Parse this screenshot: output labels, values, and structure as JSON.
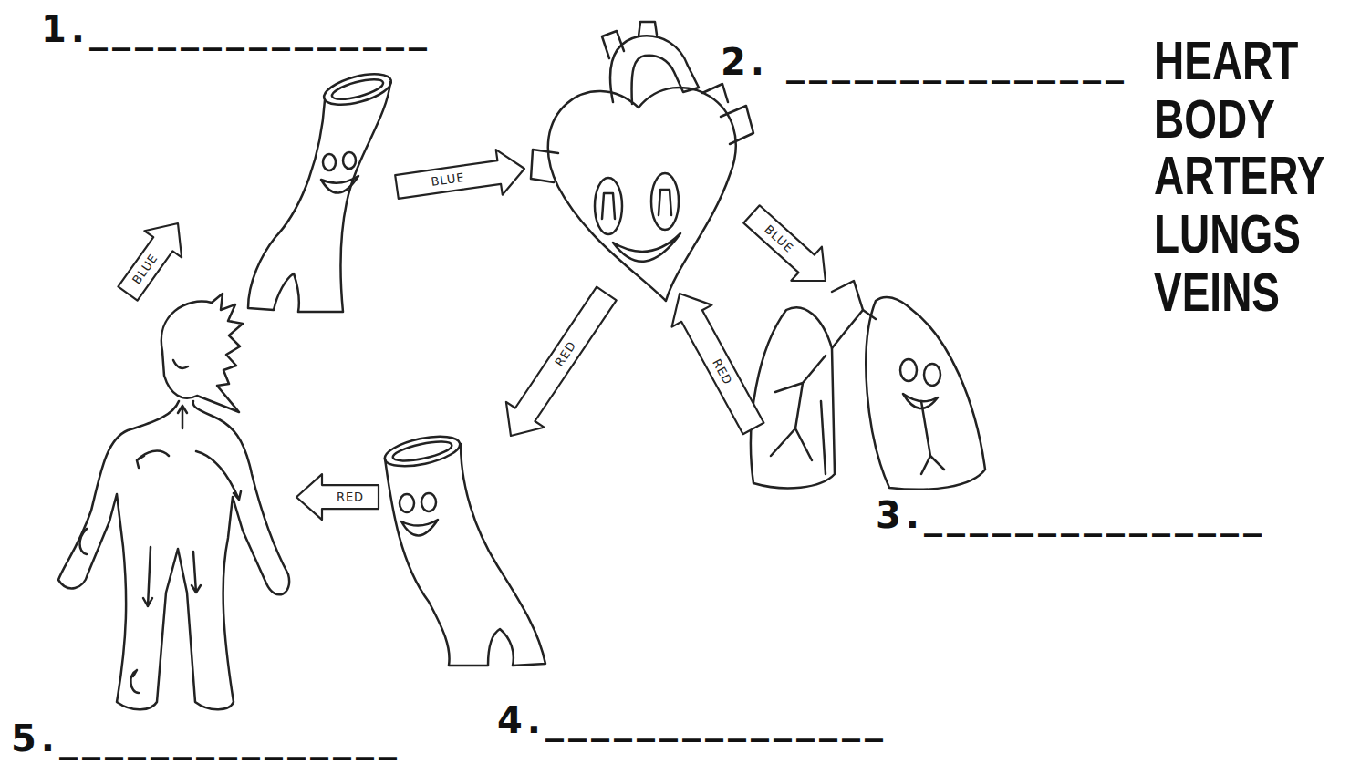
{
  "diagram": {
    "nodes": [
      {
        "text": [
          "1._______________"
        ]
      },
      {
        "text": [
          "2. _______________"
        ]
      },
      {
        "text": [
          "3._______________"
        ]
      },
      {
        "text": [
          "4._______________"
        ]
      },
      {
        "text": [
          "5._______________"
        ]
      }
    ],
    "edges": [
      {
        "from": 0,
        "to": 1,
        "arrow": "to",
        "label": "BLUE"
      },
      {
        "from": 1,
        "to": 2,
        "arrow": "to",
        "label": "BLUE"
      },
      {
        "from": 2,
        "to": 1,
        "arrow": "to",
        "label": "RED"
      },
      {
        "from": 1,
        "to": 3,
        "arrow": "to",
        "label": "RED"
      },
      {
        "from": 3,
        "to": 4,
        "arrow": "to",
        "label": "RED"
      },
      {
        "from": 4,
        "to": 0,
        "arrow": "to",
        "label": "BLUE"
      }
    ],
    "labels": [
      "HEART",
      "BODY",
      "ARTERY",
      "LUNGS",
      "VEINS"
    ]
  }
}
